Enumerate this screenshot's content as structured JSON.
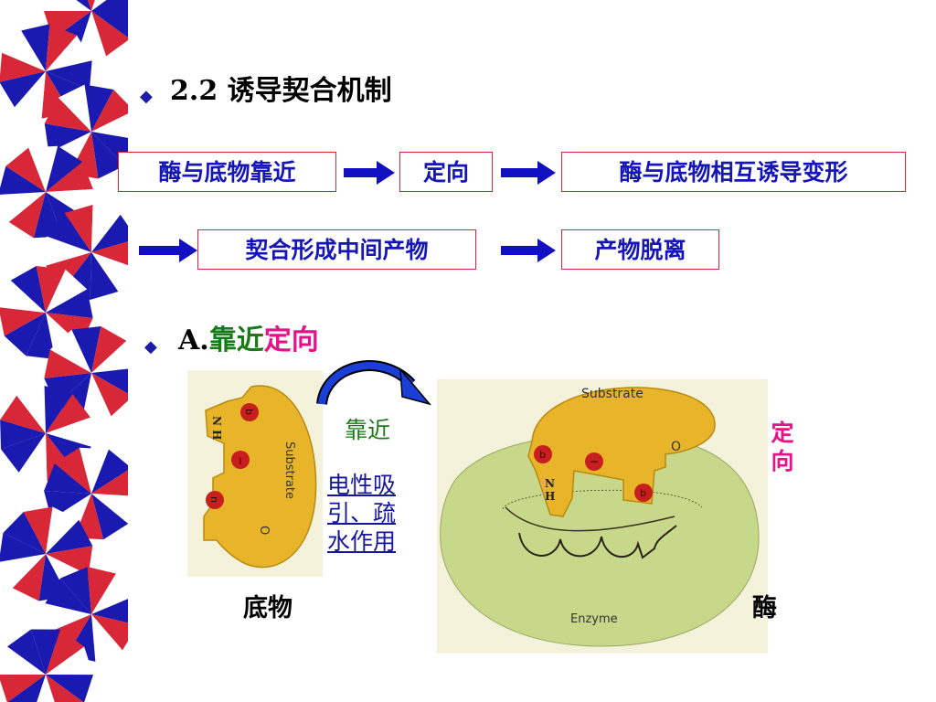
{
  "slide": {
    "section_heading": "2.2 诱导契合机制",
    "flow_row1": [
      "酶与底物靠近",
      "定向",
      "酶与底物相互诱导变形"
    ],
    "flow_row2": [
      "契合形成中间产物",
      "产物脱离"
    ],
    "sub_heading_prefix": "A.",
    "sub_heading_green": "靠近",
    "sub_heading_pink": "定向",
    "approach_label": "靠近",
    "bond_label": "电性吸引、疏水作用",
    "bond_lines": [
      "电性吸",
      "引、疏",
      "水作用"
    ],
    "orientation_label_chars": [
      "定",
      "向"
    ],
    "substrate_caption": "底物",
    "enzyme_caption": "酶",
    "diagram_text": {
      "substrate_word": "Substrate",
      "enzyme_word": "Enzyme",
      "nh": "N\nH",
      "o": "O",
      "b": "b",
      "minus": "−",
      "n": "n"
    }
  },
  "colors": {
    "box_border": "#d8283c",
    "box_text": "#1515b8",
    "arrow_blue": "#1010c0",
    "green": "#1a7a1a",
    "pink": "#e8108a",
    "substrate": "#e8b52a",
    "enzyme": "#c8d88a",
    "charge_red": "#c81e1e"
  }
}
